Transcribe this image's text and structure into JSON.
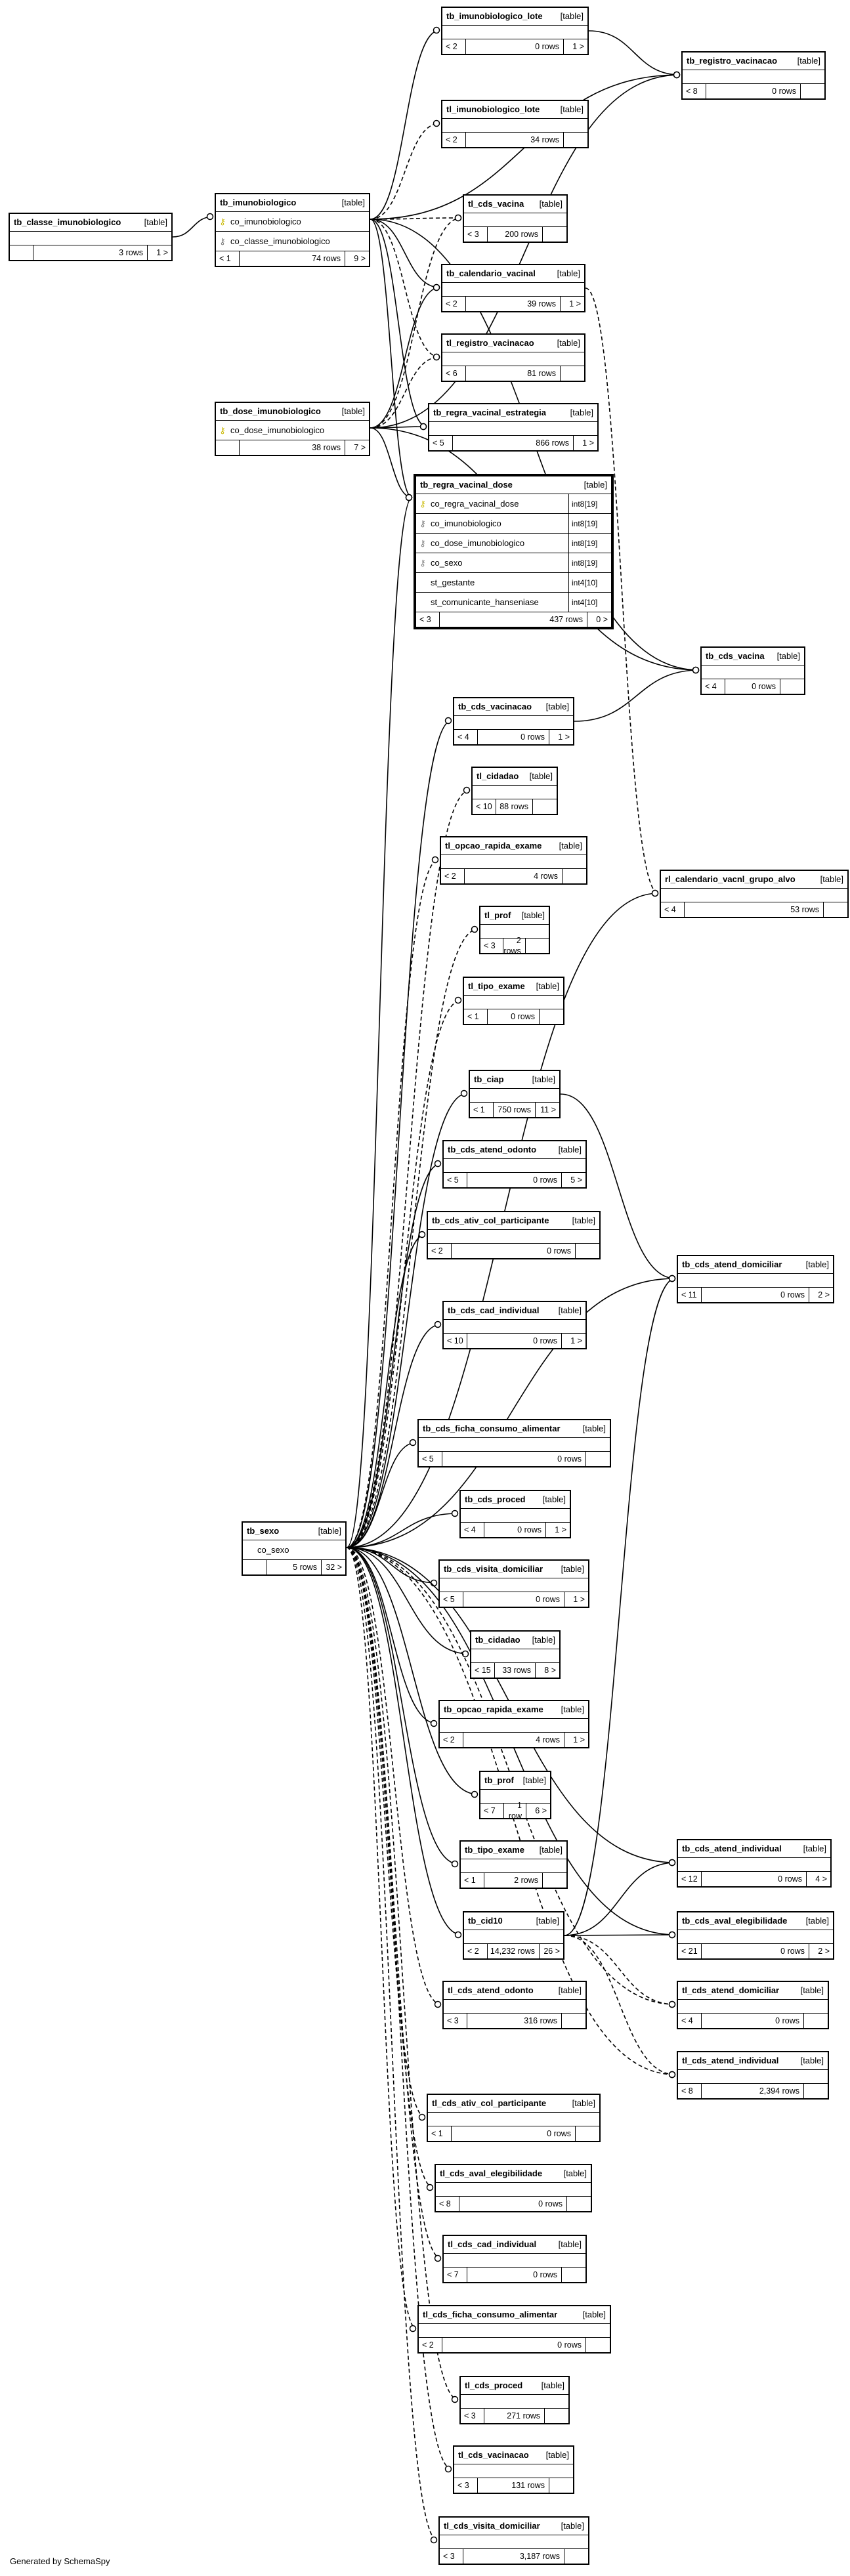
{
  "footer": "Generated by SchemaSpy",
  "table_tag": "[table]",
  "tables": [
    {
      "id": "tb_imunobiologico_lote",
      "name": "tb_imunobiologico_lote",
      "columns": [],
      "parents": "< 2",
      "rows": "0 rows",
      "children": "1 >"
    },
    {
      "id": "tb_registro_vacinacao",
      "name": "tb_registro_vacinacao",
      "columns": [],
      "parents": "< 8",
      "rows": "0 rows",
      "children": ""
    },
    {
      "id": "tl_imunobiologico_lote",
      "name": "tl_imunobiologico_lote",
      "columns": [],
      "parents": "< 2",
      "rows": "34 rows",
      "children": ""
    },
    {
      "id": "tb_classe_imunobiologico",
      "name": "tb_classe_imunobiologico",
      "columns": [],
      "parents": "",
      "rows": "3 rows",
      "children": "1 >"
    },
    {
      "id": "tb_imunobiologico",
      "name": "tb_imunobiologico",
      "columns": [
        {
          "key": "pk",
          "name": "co_imunobiologico"
        },
        {
          "key": "fk",
          "name": "co_classe_imunobiologico"
        }
      ],
      "parents": "< 1",
      "rows": "74 rows",
      "children": "9 >"
    },
    {
      "id": "tl_cds_vacina",
      "name": "tl_cds_vacina",
      "columns": [],
      "parents": "< 3",
      "rows": "200 rows",
      "children": ""
    },
    {
      "id": "tb_calendario_vacinal",
      "name": "tb_calendario_vacinal",
      "columns": [],
      "parents": "< 2",
      "rows": "39 rows",
      "children": "1 >"
    },
    {
      "id": "tl_registro_vacinacao",
      "name": "tl_registro_vacinacao",
      "columns": [],
      "parents": "< 6",
      "rows": "81 rows",
      "children": ""
    },
    {
      "id": "tb_dose_imunobiologico",
      "name": "tb_dose_imunobiologico",
      "columns": [
        {
          "key": "pk",
          "name": "co_dose_imunobiologico"
        }
      ],
      "parents": "",
      "rows": "38 rows",
      "children": "7 >"
    },
    {
      "id": "tb_regra_vacinal_estrategia",
      "name": "tb_regra_vacinal_estrategia",
      "columns": [],
      "parents": "< 5",
      "rows": "866 rows",
      "children": "1 >"
    },
    {
      "id": "tb_regra_vacinal_dose",
      "name": "tb_regra_vacinal_dose",
      "focus": true,
      "columns": [
        {
          "key": "pk",
          "name": "co_regra_vacinal_dose",
          "type": "int8[19]"
        },
        {
          "key": "fk",
          "name": "co_imunobiologico",
          "type": "int8[19]"
        },
        {
          "key": "fk",
          "name": "co_dose_imunobiologico",
          "type": "int8[19]"
        },
        {
          "key": "fk",
          "name": "co_sexo",
          "type": "int8[19]"
        },
        {
          "key": "",
          "name": "st_gestante",
          "type": "int4[10]"
        },
        {
          "key": "",
          "name": "st_comunicante_hanseniase",
          "type": "int4[10]"
        }
      ],
      "parents": "< 3",
      "rows": "437 rows",
      "children": "0 >"
    },
    {
      "id": "tb_cds_vacina",
      "name": "tb_cds_vacina",
      "columns": [],
      "parents": "< 4",
      "rows": "0 rows",
      "children": ""
    },
    {
      "id": "tb_cds_vacinacao",
      "name": "tb_cds_vacinacao",
      "columns": [],
      "parents": "< 4",
      "rows": "0 rows",
      "children": "1 >"
    },
    {
      "id": "tl_cidadao",
      "name": "tl_cidadao",
      "columns": [],
      "parents": "< 10",
      "rows": "88 rows",
      "children": ""
    },
    {
      "id": "rl_calendario_vacnl_grupo_alvo",
      "name": "rl_calendario_vacnl_grupo_alvo",
      "columns": [],
      "parents": "< 4",
      "rows": "53 rows",
      "children": ""
    },
    {
      "id": "tl_opcao_rapida_exame",
      "name": "tl_opcao_rapida_exame",
      "columns": [],
      "parents": "< 2",
      "rows": "4 rows",
      "children": ""
    },
    {
      "id": "tl_prof",
      "name": "tl_prof",
      "columns": [],
      "parents": "< 3",
      "rows": "2 rows",
      "children": ""
    },
    {
      "id": "tl_tipo_exame",
      "name": "tl_tipo_exame",
      "columns": [],
      "parents": "< 1",
      "rows": "0 rows",
      "children": ""
    },
    {
      "id": "tb_ciap",
      "name": "tb_ciap",
      "columns": [],
      "parents": "< 1",
      "rows": "750 rows",
      "children": "11 >"
    },
    {
      "id": "tb_cds_atend_odonto",
      "name": "tb_cds_atend_odonto",
      "columns": [],
      "parents": "< 5",
      "rows": "0 rows",
      "children": "5 >"
    },
    {
      "id": "tb_cds_ativ_col_participante",
      "name": "tb_cds_ativ_col_participante",
      "columns": [],
      "parents": "< 2",
      "rows": "0 rows",
      "children": ""
    },
    {
      "id": "tb_cds_atend_domiciliar",
      "name": "tb_cds_atend_domiciliar",
      "columns": [],
      "parents": "< 11",
      "rows": "0 rows",
      "children": "2 >"
    },
    {
      "id": "tb_cds_cad_individual",
      "name": "tb_cds_cad_individual",
      "columns": [],
      "parents": "< 10",
      "rows": "0 rows",
      "children": "1 >"
    },
    {
      "id": "tb_cds_ficha_consumo_alimentar",
      "name": "tb_cds_ficha_consumo_alimentar",
      "columns": [],
      "parents": "< 5",
      "rows": "0 rows",
      "children": ""
    },
    {
      "id": "tb_cds_proced",
      "name": "tb_cds_proced",
      "columns": [],
      "parents": "< 4",
      "rows": "0 rows",
      "children": "1 >"
    },
    {
      "id": "tb_sexo",
      "name": "tb_sexo",
      "columns": [
        {
          "key": "",
          "name": "co_sexo"
        }
      ],
      "parents": "",
      "rows": "5 rows",
      "children": "32 >"
    },
    {
      "id": "tb_cds_visita_domiciliar",
      "name": "tb_cds_visita_domiciliar",
      "columns": [],
      "parents": "< 5",
      "rows": "0 rows",
      "children": "1 >"
    },
    {
      "id": "tb_cidadao",
      "name": "tb_cidadao",
      "columns": [],
      "parents": "< 15",
      "rows": "33 rows",
      "children": "8 >"
    },
    {
      "id": "tb_opcao_rapida_exame",
      "name": "tb_opcao_rapida_exame",
      "columns": [],
      "parents": "< 2",
      "rows": "4 rows",
      "children": "1 >"
    },
    {
      "id": "tb_prof",
      "name": "tb_prof",
      "columns": [],
      "parents": "< 7",
      "rows": "1 row",
      "children": "6 >"
    },
    {
      "id": "tb_tipo_exame",
      "name": "tb_tipo_exame",
      "columns": [],
      "parents": "< 1",
      "rows": "2 rows",
      "children": ""
    },
    {
      "id": "tb_cds_atend_individual",
      "name": "tb_cds_atend_individual",
      "columns": [],
      "parents": "< 12",
      "rows": "0 rows",
      "children": "4 >"
    },
    {
      "id": "tb_cid10",
      "name": "tb_cid10",
      "columns": [],
      "parents": "< 2",
      "rows": "14,232 rows",
      "children": "26 >"
    },
    {
      "id": "tb_cds_aval_elegibilidade",
      "name": "tb_cds_aval_elegibilidade",
      "columns": [],
      "parents": "< 21",
      "rows": "0 rows",
      "children": "2 >"
    },
    {
      "id": "tl_cds_atend_odonto",
      "name": "tl_cds_atend_odonto",
      "columns": [],
      "parents": "< 3",
      "rows": "316 rows",
      "children": ""
    },
    {
      "id": "tl_cds_atend_domiciliar",
      "name": "tl_cds_atend_domiciliar",
      "columns": [],
      "parents": "< 4",
      "rows": "0 rows",
      "children": ""
    },
    {
      "id": "tl_cds_atend_individual",
      "name": "tl_cds_atend_individual",
      "columns": [],
      "parents": "< 8",
      "rows": "2,394 rows",
      "children": ""
    },
    {
      "id": "tl_cds_ativ_col_participante",
      "name": "tl_cds_ativ_col_participante",
      "columns": [],
      "parents": "< 1",
      "rows": "0 rows",
      "children": ""
    },
    {
      "id": "tl_cds_aval_elegibilidade",
      "name": "tl_cds_aval_elegibilidade",
      "columns": [],
      "parents": "< 8",
      "rows": "0 rows",
      "children": ""
    },
    {
      "id": "tl_cds_cad_individual",
      "name": "tl_cds_cad_individual",
      "columns": [],
      "parents": "< 7",
      "rows": "0 rows",
      "children": ""
    },
    {
      "id": "tl_cds_ficha_consumo_alimentar",
      "name": "tl_cds_ficha_consumo_alimentar",
      "columns": [],
      "parents": "< 2",
      "rows": "0 rows",
      "children": ""
    },
    {
      "id": "tl_cds_proced",
      "name": "tl_cds_proced",
      "columns": [],
      "parents": "< 3",
      "rows": "271 rows",
      "children": ""
    },
    {
      "id": "tl_cds_vacinacao",
      "name": "tl_cds_vacinacao",
      "columns": [],
      "parents": "< 3",
      "rows": "131 rows",
      "children": ""
    },
    {
      "id": "tl_cds_visita_domiciliar",
      "name": "tl_cds_visita_domiciliar",
      "columns": [],
      "parents": "< 3",
      "rows": "3,187 rows",
      "children": ""
    }
  ],
  "edges": [
    {
      "from": "tb_imunobiologico_lote",
      "to": "tb_registro_vacinacao",
      "style": "solid"
    },
    {
      "from": "tb_imunobiologico",
      "to": "tb_imunobiologico_lote",
      "style": "solid"
    },
    {
      "from": "tb_imunobiologico",
      "to": "tl_imunobiologico_lote",
      "style": "dashed"
    },
    {
      "from": "tb_imunobiologico",
      "to": "tl_cds_vacina",
      "style": "dashed"
    },
    {
      "from": "tb_imunobiologico",
      "to": "tb_calendario_vacinal",
      "style": "solid"
    },
    {
      "from": "tb_imunobiologico",
      "to": "tl_registro_vacinacao",
      "style": "dashed"
    },
    {
      "from": "tb_imunobiologico",
      "to": "tb_regra_vacinal_estrategia",
      "style": "solid"
    },
    {
      "from": "tb_imunobiologico",
      "to": "tb_regra_vacinal_dose",
      "style": "solid"
    },
    {
      "from": "tb_imunobiologico",
      "to": "tb_registro_vacinacao",
      "style": "solid"
    },
    {
      "from": "tb_imunobiologico",
      "to": "tb_cds_vacina",
      "style": "solid"
    },
    {
      "from": "tb_classe_imunobiologico",
      "to": "tb_imunobiologico",
      "style": "solid"
    },
    {
      "from": "tb_dose_imunobiologico",
      "to": "tl_cds_vacina",
      "style": "dashed"
    },
    {
      "from": "tb_dose_imunobiologico",
      "to": "tb_calendario_vacinal",
      "style": "solid"
    },
    {
      "from": "tb_dose_imunobiologico",
      "to": "tl_registro_vacinacao",
      "style": "dashed"
    },
    {
      "from": "tb_dose_imunobiologico",
      "to": "tb_regra_vacinal_estrategia",
      "style": "solid"
    },
    {
      "from": "tb_dose_imunobiologico",
      "to": "tb_regra_vacinal_dose",
      "style": "solid"
    },
    {
      "from": "tb_dose_imunobiologico",
      "to": "tb_registro_vacinacao",
      "style": "solid"
    },
    {
      "from": "tb_dose_imunobiologico",
      "to": "tb_cds_vacina",
      "style": "solid"
    },
    {
      "from": "tb_calendario_vacinal",
      "to": "rl_calendario_vacnl_grupo_alvo",
      "style": "dashed"
    },
    {
      "from": "tb_cds_vacinacao",
      "to": "tb_cds_vacina",
      "style": "solid"
    },
    {
      "from": "tb_ciap",
      "to": "tb_cds_atend_domiciliar",
      "style": "solid"
    },
    {
      "from": "tb_sexo",
      "to": "tb_regra_vacinal_dose",
      "style": "solid"
    },
    {
      "from": "tb_sexo",
      "to": "tb_cds_vacinacao",
      "style": "solid"
    },
    {
      "from": "tb_sexo",
      "to": "tl_cidadao",
      "style": "dashed"
    },
    {
      "from": "tb_sexo",
      "to": "tl_opcao_rapida_exame",
      "style": "dashed"
    },
    {
      "from": "tb_sexo",
      "to": "tl_prof",
      "style": "dashed"
    },
    {
      "from": "tb_sexo",
      "to": "tl_tipo_exame",
      "style": "dashed"
    },
    {
      "from": "tb_sexo",
      "to": "rl_calendario_vacnl_grupo_alvo",
      "style": "solid"
    },
    {
      "from": "tb_sexo",
      "to": "tb_ciap",
      "style": "solid"
    },
    {
      "from": "tb_sexo",
      "to": "tb_cds_atend_odonto",
      "style": "solid"
    },
    {
      "from": "tb_sexo",
      "to": "tb_cds_ativ_col_participante",
      "style": "solid"
    },
    {
      "from": "tb_sexo",
      "to": "tb_cds_atend_domiciliar",
      "style": "solid"
    },
    {
      "from": "tb_sexo",
      "to": "tb_cds_cad_individual",
      "style": "solid"
    },
    {
      "from": "tb_sexo",
      "to": "tb_cds_ficha_consumo_alimentar",
      "style": "solid"
    },
    {
      "from": "tb_sexo",
      "to": "tb_cds_proced",
      "style": "solid"
    },
    {
      "from": "tb_sexo",
      "to": "tb_cds_visita_domiciliar",
      "style": "solid"
    },
    {
      "from": "tb_sexo",
      "to": "tb_cidadao",
      "style": "solid"
    },
    {
      "from": "tb_sexo",
      "to": "tb_opcao_rapida_exame",
      "style": "solid"
    },
    {
      "from": "tb_sexo",
      "to": "tb_prof",
      "style": "solid"
    },
    {
      "from": "tb_sexo",
      "to": "tb_tipo_exame",
      "style": "solid"
    },
    {
      "from": "tb_sexo",
      "to": "tb_cid10",
      "style": "solid"
    },
    {
      "from": "tb_sexo",
      "to": "tb_cds_atend_individual",
      "style": "solid"
    },
    {
      "from": "tb_sexo",
      "to": "tb_cds_aval_elegibilidade",
      "style": "solid"
    },
    {
      "from": "tb_sexo",
      "to": "tl_cds_atend_odonto",
      "style": "dashed"
    },
    {
      "from": "tb_sexo",
      "to": "tl_cds_atend_domiciliar",
      "style": "dashed"
    },
    {
      "from": "tb_sexo",
      "to": "tl_cds_atend_individual",
      "style": "dashed"
    },
    {
      "from": "tb_sexo",
      "to": "tl_cds_ativ_col_participante",
      "style": "dashed"
    },
    {
      "from": "tb_sexo",
      "to": "tl_cds_aval_elegibilidade",
      "style": "dashed"
    },
    {
      "from": "tb_sexo",
      "to": "tl_cds_cad_individual",
      "style": "dashed"
    },
    {
      "from": "tb_sexo",
      "to": "tl_cds_ficha_consumo_alimentar",
      "style": "dashed"
    },
    {
      "from": "tb_sexo",
      "to": "tl_cds_proced",
      "style": "dashed"
    },
    {
      "from": "tb_sexo",
      "to": "tl_cds_vacinacao",
      "style": "dashed"
    },
    {
      "from": "tb_sexo",
      "to": "tl_cds_visita_domiciliar",
      "style": "dashed"
    },
    {
      "from": "tb_cid10",
      "to": "tb_cds_atend_individual",
      "style": "solid"
    },
    {
      "from": "tb_cid10",
      "to": "tb_cds_aval_elegibilidade",
      "style": "solid"
    },
    {
      "from": "tb_cid10",
      "to": "tl_cds_atend_domiciliar",
      "style": "dashed"
    },
    {
      "from": "tb_cid10",
      "to": "tl_cds_atend_individual",
      "style": "dashed"
    },
    {
      "from": "tb_cid10",
      "to": "tb_cds_atend_domiciliar",
      "style": "solid"
    }
  ]
}
